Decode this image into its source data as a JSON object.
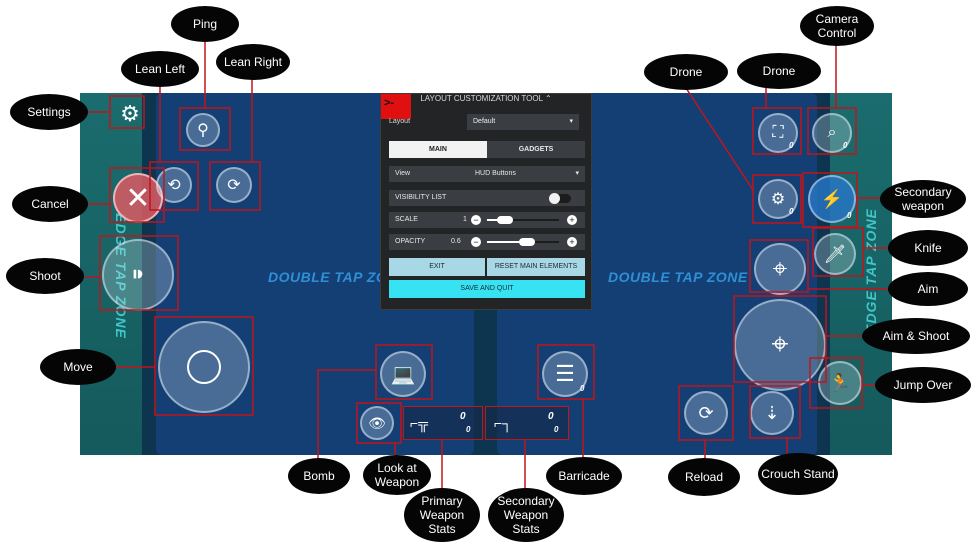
{
  "game": {
    "edge_zone_label": "EDGE TAP ZONE",
    "double_tap_zone_label": "DOUBLE TAP ZONE"
  },
  "panel": {
    "title": "LAYOUT CUSTOMIZATION TOOL",
    "layout_label": "Layout",
    "layout_value": "Default",
    "tabs": [
      "MAIN",
      "GADGETS"
    ],
    "view_label": "View",
    "view_value": "HUD Buttons",
    "visibility_label": "VISIBILITY LIST",
    "scale_label": "SCALE",
    "scale_value": "1",
    "opacity_label": "OPACITY",
    "opacity_value": "0.6",
    "exit_label": "EXIT",
    "reset_label": "RESET MAIN ELEMENTS",
    "save_label": "SAVE AND QUIT",
    "console_glyph": ">-"
  },
  "hud": {
    "drone_count_1": "0",
    "drone_count_2": "0",
    "camera_count": "0",
    "secondary_gadget_count": "0",
    "barricade_count": "0",
    "primary_ammo": "0",
    "secondary_ammo": "0",
    "primary_reserve": "0",
    "secondary_reserve": "0"
  },
  "callouts": {
    "ping": "Ping",
    "lean_left": "Lean Left",
    "lean_right": "Lean Right",
    "settings": "Settings",
    "cancel": "Cancel",
    "shoot": "Shoot",
    "move": "Move",
    "bomb": "Bomb",
    "look_at_weapon": "Look at Weapon",
    "primary_weapon_stats": "Primary Weapon Stats",
    "secondary_weapon_stats": "Secondary Weapon Stats",
    "barricade": "Barricade",
    "drone_left": "Drone",
    "drone_right": "Drone",
    "camera_control": "Camera Control",
    "secondary_weapon": "Secondary weapon",
    "knife": "Knife",
    "aim": "Aim",
    "aim_and_shoot": "Aim & Shoot",
    "jump_over": "Jump Over",
    "reload": "Reload",
    "crouch_stand": "Crouch Stand"
  },
  "colors": {
    "callout_line": "#c0151b",
    "accent": "#37e3f2"
  },
  "icons": [
    "gear-icon",
    "close-icon",
    "bullet-icon",
    "pin-icon",
    "lean-icon",
    "joystick-icon",
    "laptop-icon",
    "eye-icon",
    "rifle-icon",
    "pistol-icon",
    "barricade-icon",
    "drone-icon",
    "camera-icon",
    "knife-icon",
    "crosshair-icon",
    "reload-icon",
    "crouch-icon",
    "vault-icon"
  ]
}
